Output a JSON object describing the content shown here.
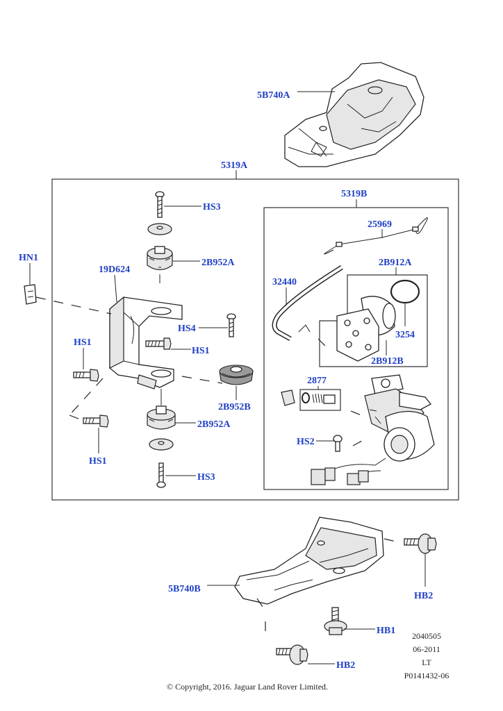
{
  "labels": {
    "upper_cover": "5B740A",
    "assembly": "5319A",
    "compressor_assembly": "5319B",
    "hn1": "HN1",
    "bracket": "19D624",
    "hs3_top": "HS3",
    "isolator_top": "2B952A",
    "hs4": "HS4",
    "hs1_left": "HS1",
    "hs1_center": "HS1",
    "hs1_bottom": "HS1",
    "isolator_mid": "2B952B",
    "isolator_bottom": "2B952A",
    "hs3_bottom": "HS3",
    "cable": "25969",
    "hose": "32440",
    "dryer_kit": "2B912A",
    "oring": "3254",
    "dryer": "2B912B",
    "valve_kit": "2877",
    "hs2": "HS2",
    "lower_cover": "5B740B",
    "hb2_right": "HB2",
    "hb1": "HB1",
    "hb2_bottom": "HB2"
  },
  "meta": {
    "line1": "2040505",
    "line2": "06-2011",
    "line3": "LT",
    "line4": "P0141432-06"
  },
  "copyright": "© Copyright, 2016. Jaguar Land Rover Limited.",
  "colors": {
    "label": "#1f3fc4",
    "line": "#222222"
  }
}
